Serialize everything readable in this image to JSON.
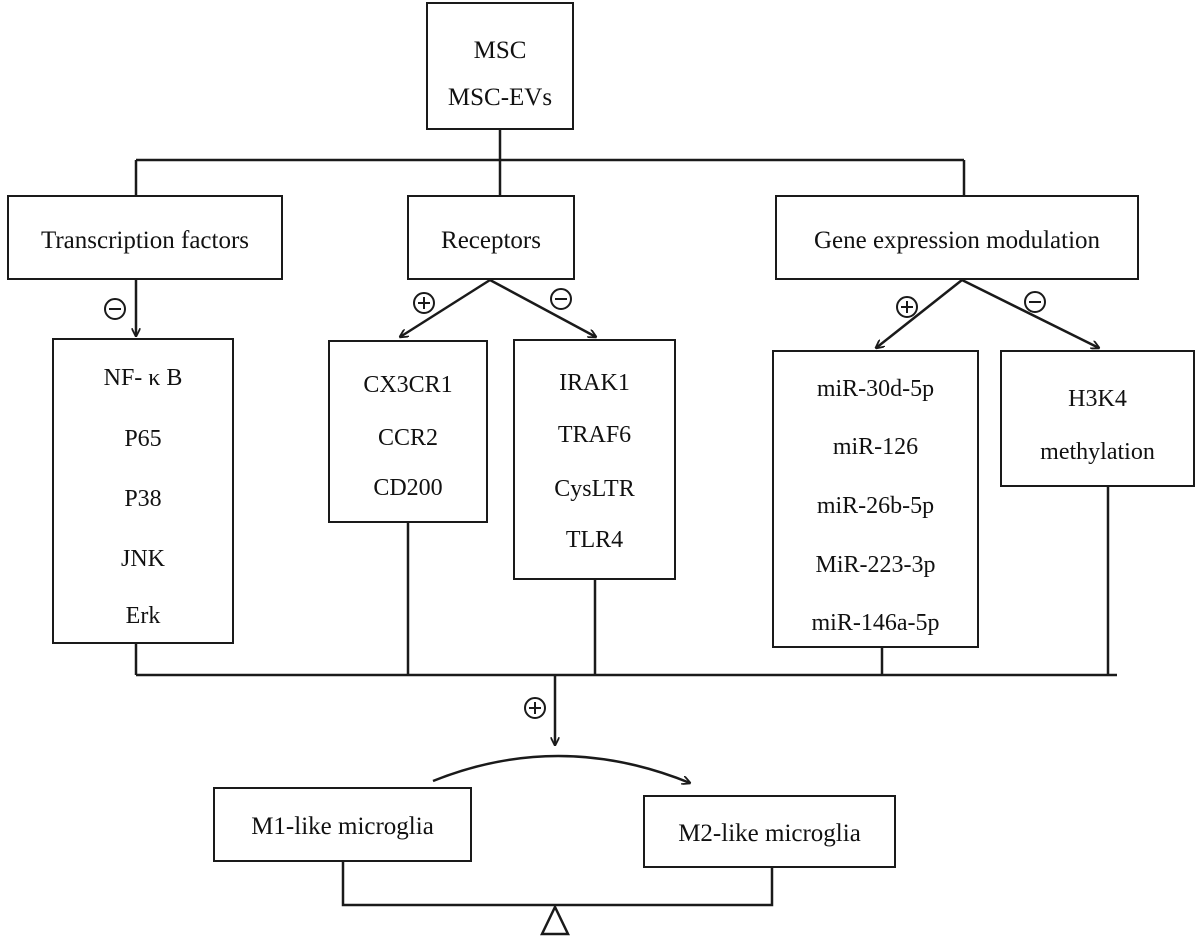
{
  "root": {
    "line1": "MSC",
    "line2": "MSC-EVs"
  },
  "categories": {
    "transcription": "Transcription factors",
    "receptors": "Receptors",
    "gene_expression": "Gene expression modulation"
  },
  "transcription_targets": [
    "NF- κ B",
    "P65",
    "P38",
    "JNK",
    "Erk"
  ],
  "receptor_up": [
    "CX3CR1",
    "CCR2",
    "CD200"
  ],
  "receptor_down": [
    "IRAK1",
    "TRAF6",
    "CysLTR",
    "TLR4"
  ],
  "mirnas_up": [
    "miR-30d-5p",
    "miR-126",
    "miR-26b-5p",
    "MiR-223-3p",
    "miR-146a-5p"
  ],
  "methylation": {
    "line1": "H3K4",
    "line2": "methylation"
  },
  "outcomes": {
    "m1": "M1-like microglia",
    "m2": "M2-like microglia"
  },
  "colors": {
    "stroke": "#1a1a1a",
    "background": "#ffffff"
  }
}
